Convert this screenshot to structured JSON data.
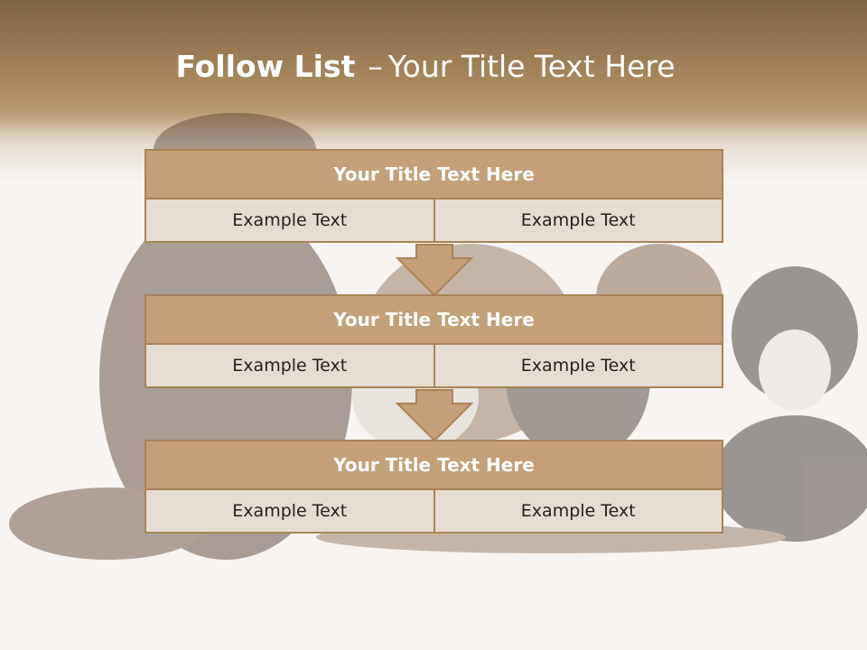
{
  "header": {
    "title_bold": "Follow List",
    "title_separator": "–",
    "title_rest": "Your Title Text Here"
  },
  "steps": [
    {
      "title": "Your Title Text Here",
      "left": "Example Text",
      "right": "Example Text"
    },
    {
      "title": "Your Title Text Here",
      "left": "Example Text",
      "right": "Example Text"
    },
    {
      "title": "Your Title Text Here",
      "left": "Example Text",
      "right": "Example Text"
    }
  ],
  "colors": {
    "accent": "#c3a07a",
    "border": "#a98357",
    "cell": "#e7dcd1",
    "header_dark": "#7e6446"
  }
}
